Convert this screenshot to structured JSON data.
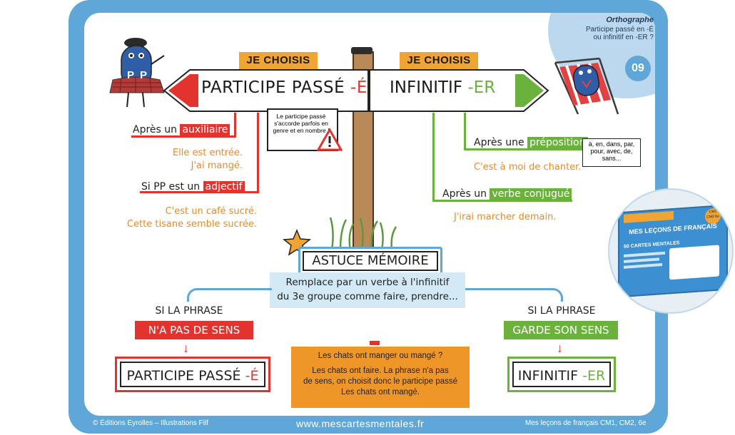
{
  "header": {
    "category": "Orthographe",
    "subtitle_line1": "Participe passé en -É",
    "subtitle_line2": "ou infinitif en -ER ?",
    "number": "09"
  },
  "signpost": {
    "left_tag": "JE CHOISIS",
    "right_tag": "JE CHOISIS",
    "left_label": "PARTICIPE PASSÉ",
    "left_suffix": "-É",
    "right_label": "INFINITIF",
    "right_suffix": "-ER"
  },
  "mascot": {
    "letters": "PP"
  },
  "warning_text": "Le participe passé s'accorde parfois en genre et en nombre !",
  "left_rules": {
    "rule1_prefix": "Après un",
    "rule1_word": "auxiliaire",
    "ex1_line1": "Elle est entrée.",
    "ex1_line2": "J'ai mangé.",
    "rule2_prefix": "Si PP est un",
    "rule2_word": "adjectif",
    "ex2_line1": "C'est un café sucré.",
    "ex2_line2": "Cette tisane semble sucrée."
  },
  "right_rules": {
    "rule1_prefix": "Après une",
    "rule1_word": "préposition",
    "prep_note": "à, en, dans, par, pour, avec, de, sans...",
    "ex1": "C'est à moi de chanter.",
    "rule2_prefix": "Après un",
    "rule2_word": "verbe conjugué",
    "ex2": "J'irai marcher demain."
  },
  "astuce": {
    "title": "ASTUCE MÉMOIRE",
    "line1": "Remplace par un verbe à l'infinitif",
    "line2": "du 3e groupe comme faire, prendre..."
  },
  "outcomes": {
    "left_head": "SI LA PHRASE",
    "left_cond": "N'A PAS DE SENS",
    "left_result": "PARTICIPE PASSÉ",
    "left_suffix": "-É",
    "right_head": "SI LA PHRASE",
    "right_cond": "GARDE SON SENS",
    "right_result": "INFINITIF",
    "right_suffix": "-ER",
    "arrow": "↓"
  },
  "example_box": {
    "q": "Les chats ont manger ou mangé ?",
    "a1": "Les chats ont faire. La phrase n'a pas",
    "a2": "de sens, on choisit donc le participe passé",
    "a3": "Les chats ont mangé."
  },
  "footer": {
    "left": "© Éditions Eyrolles – Illustrations Filf",
    "center": "www.mescartesmentales.fr",
    "right": "Mes leçons de français CM1, CM2, 6e"
  },
  "product": {
    "title": "MES LEÇONS DE FRANÇAIS",
    "cards": "50 CARTES MENTALES",
    "badge": "CM1 CM2 6e"
  },
  "colors": {
    "blue": "#5ea7d8",
    "red": "#e3332f",
    "green": "#6ab23c",
    "orange": "#f0a431"
  }
}
